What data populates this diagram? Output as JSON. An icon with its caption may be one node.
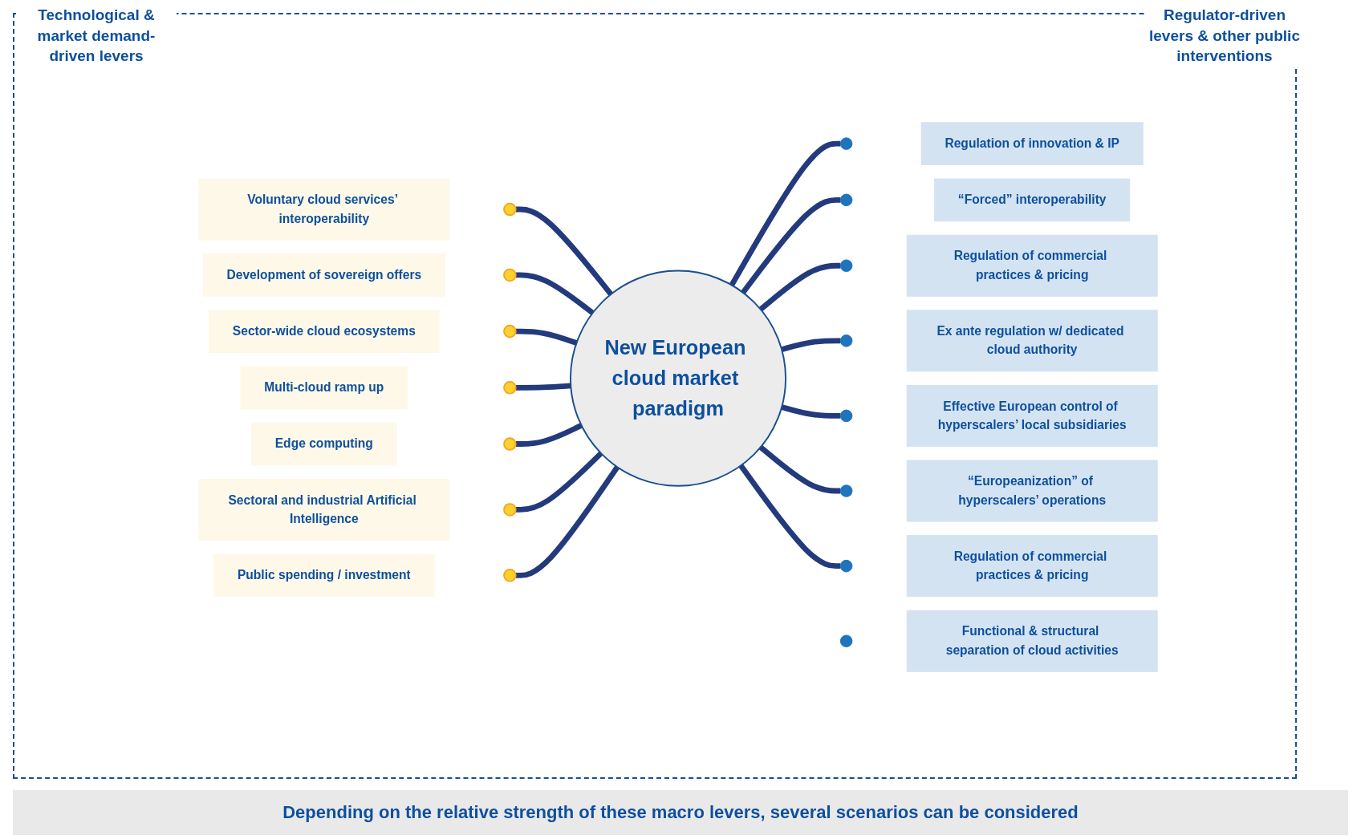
{
  "diagram": {
    "caption": "Depending on the relative strength of these macro levers, several scenarios can be considered",
    "nodes": [
      {
        "text": [
          "New European cloud market paradigm"
        ]
      },
      {
        "text": [
          "Voluntary cloud services’ interoperability"
        ]
      },
      {
        "text": [],
        "shape": "circle"
      },
      {
        "text": [
          "Development of sovereign offers"
        ]
      },
      {
        "text": [],
        "shape": "circle"
      },
      {
        "text": [
          "Sector-wide cloud ecosystems"
        ]
      },
      {
        "text": [],
        "shape": "circle"
      },
      {
        "text": [
          "Multi-cloud ramp up"
        ]
      },
      {
        "text": [],
        "shape": "circle"
      },
      {
        "text": [
          "Edge computing"
        ]
      },
      {
        "text": [],
        "shape": "circle"
      },
      {
        "text": [
          "Sectoral and industrial Artificial Intelligence"
        ]
      },
      {
        "text": [],
        "shape": "circle"
      },
      {
        "text": [
          "Public spending / investment"
        ]
      },
      {
        "text": [],
        "shape": "circle"
      },
      {
        "text": [
          "Regulation of innovation & IP"
        ]
      },
      {
        "text": [],
        "shape": "circle"
      },
      {
        "text": [
          "“Forced” interoperability"
        ]
      },
      {
        "text": [],
        "shape": "circle"
      },
      {
        "text": [
          "Regulation of commercial practices & pricing"
        ]
      },
      {
        "text": [],
        "shape": "circle"
      },
      {
        "text": [
          "Functional & structural separation of cloud activities"
        ]
      },
      {
        "text": [],
        "shape": "circle"
      },
      {
        "text": [
          "Ex ante regulation w/ dedicated cloud authority"
        ]
      },
      {
        "text": [],
        "shape": "circle"
      },
      {
        "text": [
          "Effective European control of hyperscalers’ local subsidiaries"
        ]
      },
      {
        "text": [],
        "shape": "circle"
      },
      {
        "text": [
          "“Europeanization” of hyperscalers’ operations"
        ]
      },
      {
        "text": [],
        "shape": "circle"
      },
      {
        "text": [
          "Regulation of commercial practices & pricing"
        ]
      },
      {
        "text": [],
        "shape": "circle"
      }
    ],
    "edges": [
      {
        "from": 2,
        "to": 0,
        "arrow": "none"
      },
      {
        "from": 4,
        "to": 0,
        "arrow": "none"
      },
      {
        "from": 6,
        "to": 0,
        "arrow": "none"
      },
      {
        "from": 8,
        "to": 0,
        "arrow": "none"
      },
      {
        "from": 10,
        "to": 0,
        "arrow": "none"
      },
      {
        "from": 12,
        "to": 0,
        "arrow": "none"
      },
      {
        "from": 14,
        "to": 0,
        "arrow": "none"
      },
      {
        "from": 0,
        "to": 16,
        "arrow": "none"
      },
      {
        "from": 0,
        "to": 18,
        "arrow": "none"
      },
      {
        "from": 0,
        "to": 20,
        "arrow": "none"
      },
      {
        "from": 0,
        "to": 24,
        "arrow": "none"
      },
      {
        "from": 0,
        "to": 26,
        "arrow": "none"
      },
      {
        "from": 0,
        "to": 28,
        "arrow": "none"
      },
      {
        "from": 0,
        "to": 30,
        "arrow": "none"
      }
    ],
    "labels": [
      "Technological & market demand-driven levers",
      "Regulator-driven levers & other public interventions"
    ]
  }
}
